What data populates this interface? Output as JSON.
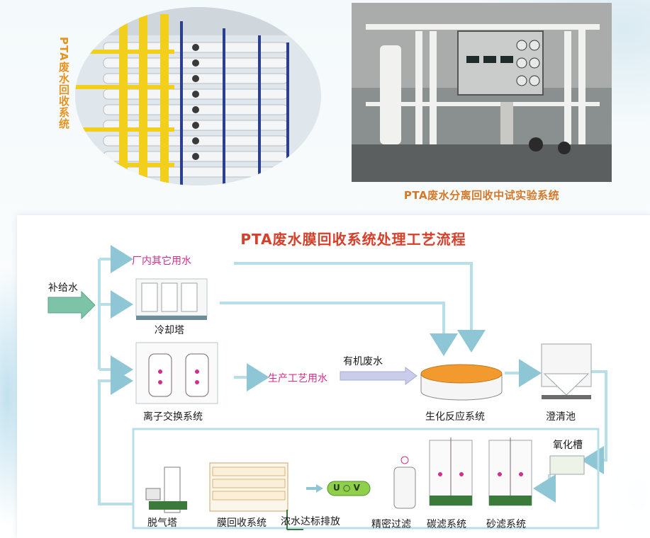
{
  "photos": {
    "left_caption": "PTA废水回收系统",
    "right_caption": "PTA废水分离回收中试实验系统"
  },
  "flow": {
    "title": "PTA废水膜回收系统处理工艺流程",
    "labels": {
      "makeup_water": "补给水",
      "plant_water": "厂内其它用水",
      "cooling_tower": "冷却塔",
      "process_water": "生产工艺用水",
      "organic_wastewater": "有机废水",
      "ion_exchange": "离子交换系统",
      "bioreactor": "生化反应系统",
      "clarifier": "澄清池",
      "oxidation_tank": "氧化槽",
      "degassing_tower": "脱气塔",
      "membrane_recovery": "膜回收系统",
      "concentrate_discharge": "浓水达标排放",
      "fine_filter": "精密过滤",
      "carbon_filter": "碳滤系统",
      "sand_filter": "砂滤系统",
      "uv_label": "U ○ V"
    }
  },
  "colors": {
    "title_red": "#d6402a",
    "caption_orange": "#e8931f",
    "magenta": "#d0308a",
    "pipe_blue": "#8fc6d6",
    "pipe_fill": "#c8e6ee",
    "green_arrow": "#6fb8a0",
    "uv_green": "#8fcf4a",
    "reactor_orange": "#f29a2e"
  }
}
